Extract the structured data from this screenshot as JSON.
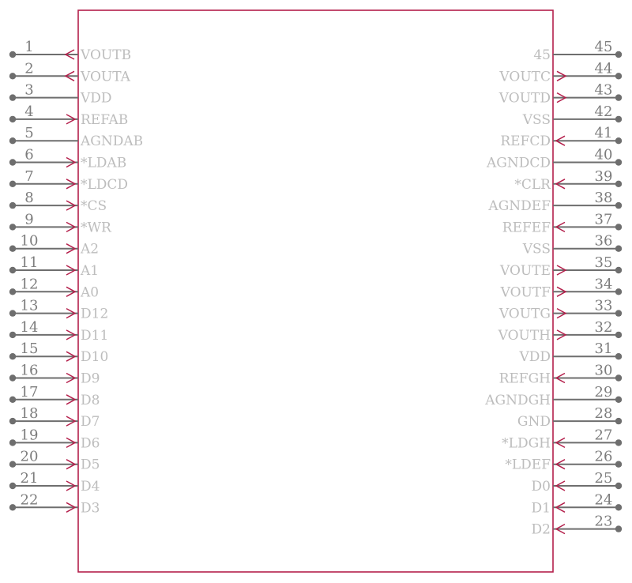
{
  "colors": {
    "body_outline": "#b41f4b",
    "pin_line": "#6e6e6e",
    "direction_arrow": "#b41f4b",
    "pin_number": "#7d7d7d",
    "pin_name": "#bdbdbd"
  },
  "component": {
    "left_pins": [
      {
        "number": "1",
        "name": "VOUTB",
        "direction": "out"
      },
      {
        "number": "2",
        "name": "VOUTA",
        "direction": "out"
      },
      {
        "number": "3",
        "name": "VDD",
        "direction": "none"
      },
      {
        "number": "4",
        "name": "REFAB",
        "direction": "in"
      },
      {
        "number": "5",
        "name": "AGNDAB",
        "direction": "none"
      },
      {
        "number": "6",
        "name": "*LDAB",
        "direction": "in"
      },
      {
        "number": "7",
        "name": "*LDCD",
        "direction": "in"
      },
      {
        "number": "8",
        "name": "*CS",
        "direction": "in"
      },
      {
        "number": "9",
        "name": "*WR",
        "direction": "in"
      },
      {
        "number": "10",
        "name": "A2",
        "direction": "in"
      },
      {
        "number": "11",
        "name": "A1",
        "direction": "in"
      },
      {
        "number": "12",
        "name": "A0",
        "direction": "in"
      },
      {
        "number": "13",
        "name": "D12",
        "direction": "in"
      },
      {
        "number": "14",
        "name": "D11",
        "direction": "in"
      },
      {
        "number": "15",
        "name": "D10",
        "direction": "in"
      },
      {
        "number": "16",
        "name": "D9",
        "direction": "in"
      },
      {
        "number": "17",
        "name": "D8",
        "direction": "in"
      },
      {
        "number": "18",
        "name": "D7",
        "direction": "in"
      },
      {
        "number": "19",
        "name": "D6",
        "direction": "in"
      },
      {
        "number": "20",
        "name": "D5",
        "direction": "in"
      },
      {
        "number": "21",
        "name": "D4",
        "direction": "in"
      },
      {
        "number": "22",
        "name": "D3",
        "direction": "in"
      }
    ],
    "right_pins": [
      {
        "number": "45",
        "name": "45",
        "direction": "none"
      },
      {
        "number": "44",
        "name": "VOUTC",
        "direction": "out"
      },
      {
        "number": "43",
        "name": "VOUTD",
        "direction": "out"
      },
      {
        "number": "42",
        "name": "VSS",
        "direction": "none"
      },
      {
        "number": "41",
        "name": "REFCD",
        "direction": "in"
      },
      {
        "number": "40",
        "name": "AGNDCD",
        "direction": "none"
      },
      {
        "number": "39",
        "name": "*CLR",
        "direction": "in"
      },
      {
        "number": "38",
        "name": "AGNDEF",
        "direction": "none"
      },
      {
        "number": "37",
        "name": "REFEF",
        "direction": "in"
      },
      {
        "number": "36",
        "name": "VSS",
        "direction": "none"
      },
      {
        "number": "35",
        "name": "VOUTE",
        "direction": "out"
      },
      {
        "number": "34",
        "name": "VOUTF",
        "direction": "out"
      },
      {
        "number": "33",
        "name": "VOUTG",
        "direction": "out"
      },
      {
        "number": "32",
        "name": "VOUTH",
        "direction": "out"
      },
      {
        "number": "31",
        "name": "VDD",
        "direction": "none"
      },
      {
        "number": "30",
        "name": "REFGH",
        "direction": "in"
      },
      {
        "number": "29",
        "name": "AGNDGH",
        "direction": "none"
      },
      {
        "number": "28",
        "name": "GND",
        "direction": "none"
      },
      {
        "number": "27",
        "name": "*LDGH",
        "direction": "in"
      },
      {
        "number": "26",
        "name": "*LDEF",
        "direction": "in"
      },
      {
        "number": "25",
        "name": "D0",
        "direction": "in"
      },
      {
        "number": "24",
        "name": "D1",
        "direction": "in"
      },
      {
        "number": "23",
        "name": "D2",
        "direction": "in"
      }
    ]
  }
}
